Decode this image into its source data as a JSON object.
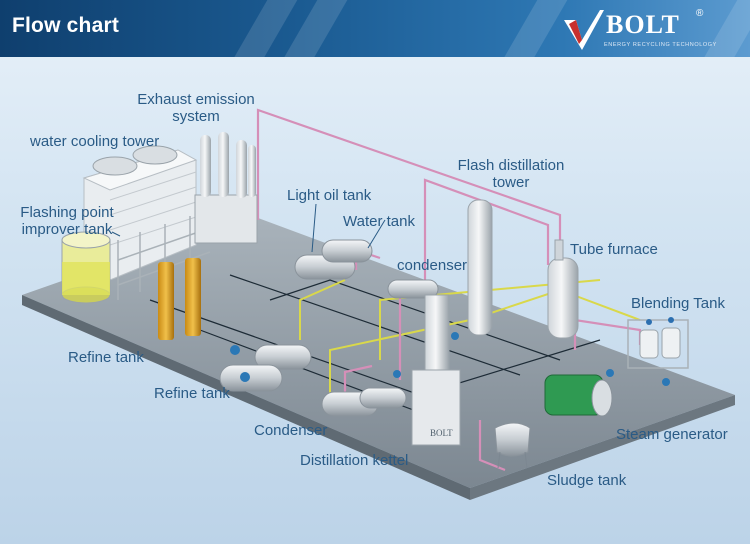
{
  "header": {
    "title": "Flow chart",
    "brand_text": "BOLT",
    "brand_reg": "®",
    "brand_tagline": "ENERGY RECYCLING TECHNOLOGY"
  },
  "diagram": {
    "labels": {
      "exhaust_emission": "Exhaust emission\nsystem",
      "water_cooling_tower": "water cooling tower",
      "flashing_point": "Flashing point\nimprover tank",
      "light_oil_tank": "Light oil tank",
      "water_tank": "Water tank",
      "flash_distillation": "Flash distillation\ntower",
      "condenser_top": "condenser",
      "tube_furnace": "Tube furnace",
      "blending_tank": "Blending Tank",
      "refine_tank_1": "Refine tank",
      "refine_tank_2": "Refine tank",
      "condenser_bottom": "Condenser",
      "distillation_kettel": "Distillation kettel",
      "steam_generator": "Steam generator",
      "sludge_tank": "Sludge tank"
    },
    "equipment_mark": "BOLT"
  },
  "colors": {
    "header_dark": "#0f3f6e",
    "header_light": "#5c9bd0",
    "label_text": "#2a5b86",
    "pipe_pink": "#d58fb8",
    "pipe_yellow": "#d9d84a",
    "floor": "#8f9aa3"
  }
}
